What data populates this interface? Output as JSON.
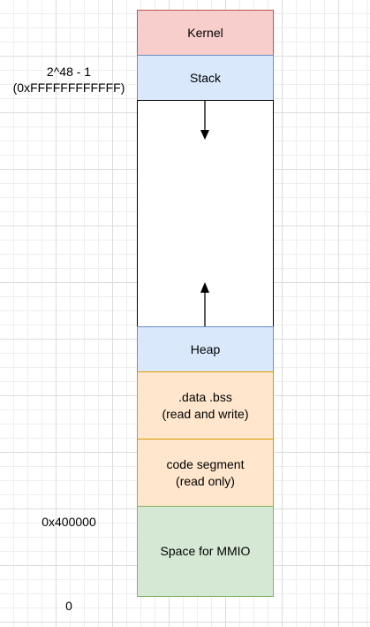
{
  "colors": {
    "kernel_fill": "#f8cecc",
    "kernel_border": "#b85450",
    "blue_fill": "#dae8fc",
    "blue_border": "#6c8ebf",
    "orange_fill": "#ffe6cc",
    "orange_border": "#d79b00",
    "green_fill": "#d5e8d4",
    "green_border": "#82b366"
  },
  "memory_map": {
    "kernel": "Kernel",
    "stack": "Stack",
    "heap": "Heap",
    "data_bss": ".data .bss\n(read and write)",
    "code_segment": "code segment\n(read only)",
    "mmio": "Space for MMIO"
  },
  "addresses": {
    "top": "2^48 - 1\n(0xFFFFFFFFFFFF)",
    "code_start": "0x400000",
    "zero": "0"
  }
}
